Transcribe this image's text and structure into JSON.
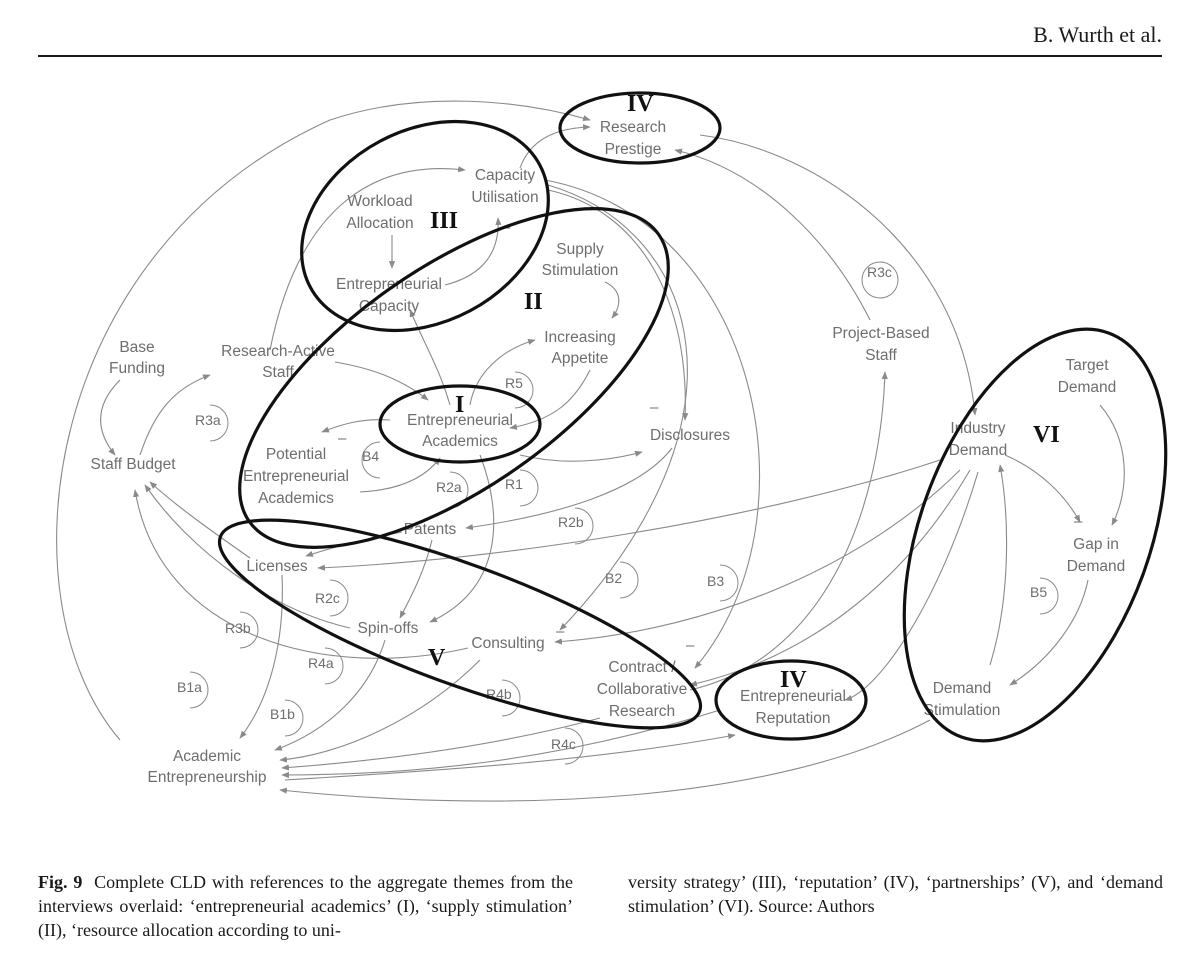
{
  "header": {
    "author": "B. Wurth et al."
  },
  "diagram": {
    "nodes": {
      "research_prestige": [
        "Research",
        "Prestige"
      ],
      "capacity_utilisation": [
        "Capacity",
        "Utilisation"
      ],
      "workload_allocation": [
        "Workload",
        "Allocation"
      ],
      "entrepreneurial_capacity": [
        "Entrepreneurial",
        "Capacity"
      ],
      "supply_stimulation": [
        "Supply",
        "Stimulation"
      ],
      "increasing_appetite": [
        "Increasing",
        "Appetite"
      ],
      "base_funding": [
        "Base",
        "Funding"
      ],
      "research_active_staff": [
        "Research-Active",
        "Staff"
      ],
      "entrepreneurial_academics": [
        "Entrepreneurial",
        "Academics"
      ],
      "potential_entrepreneurial_academics": [
        "Potential",
        "Entrepreneurial",
        "Academics"
      ],
      "staff_budget": [
        "Staff Budget"
      ],
      "disclosures": [
        "Disclosures"
      ],
      "patents": [
        "Patents"
      ],
      "licenses": [
        "Licenses"
      ],
      "spin_offs": [
        "Spin-offs"
      ],
      "consulting": [
        "Consulting"
      ],
      "contract_research": [
        "Contract /",
        "Collaborative",
        "Research"
      ],
      "academic_entrepreneurship": [
        "Academic",
        "Entrepreneurship"
      ],
      "project_based_staff": [
        "Project-Based",
        "Staff"
      ],
      "industry_demand": [
        "Industry",
        "Demand"
      ],
      "target_demand": [
        "Target",
        "Demand"
      ],
      "gap_in_demand": [
        "Gap in",
        "Demand"
      ],
      "demand_stimulation": [
        "Demand",
        "Stimulation"
      ],
      "entrepreneurial_reputation": [
        "Entrepreneurial",
        "Reputation"
      ]
    },
    "loops": {
      "R3c": "R3c",
      "R5": "R5",
      "R3a": "R3a",
      "B4": "B4",
      "R2a": "R2a",
      "R1": "R1",
      "R2b": "R2b",
      "R2c": "R2c",
      "B2": "B2",
      "B3": "B3",
      "R3b": "R3b",
      "R4a": "R4a",
      "B1a": "B1a",
      "B1b": "B1b",
      "R4b": "R4b",
      "R4c": "R4c",
      "B5": "B5"
    },
    "themes": {
      "I": "I",
      "II": "II",
      "III": "III",
      "IV_top": "IV",
      "IV_bottom": "IV",
      "V": "V",
      "VI": "VI"
    },
    "polarity_minus": "–"
  },
  "caption": {
    "label": "Fig. 9",
    "left": "Complete CLD with references to the aggregate themes from the interviews overlaid: ‘entrepreneurial academics’ (I), ‘supply stimulation’ (II), ‘resource allocation according to uni-",
    "right": "versity strategy’ (III), ‘reputation’ (IV), ‘partnerships’ (V), and ‘demand stimulation’ (VI). Source: Authors"
  }
}
